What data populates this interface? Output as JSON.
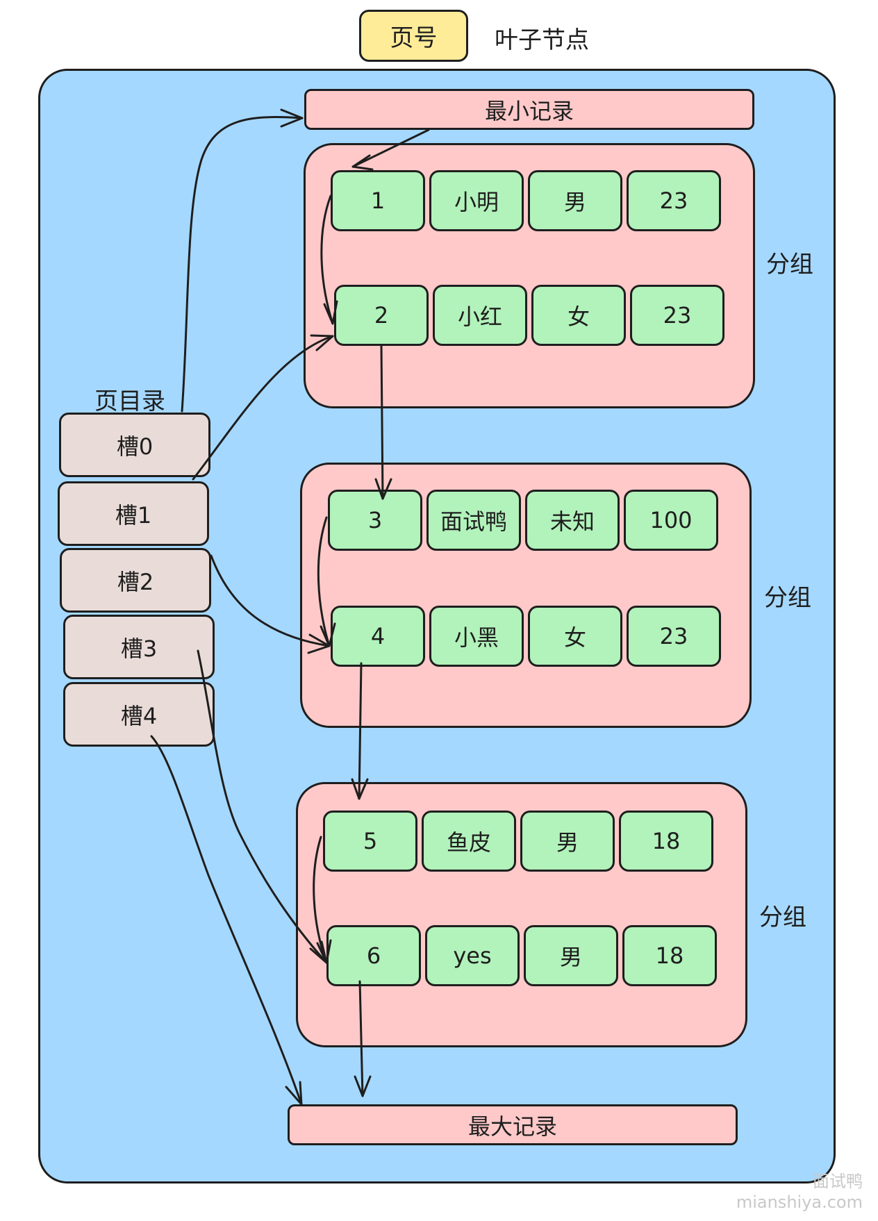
{
  "page_number": "页号",
  "node_type": "叶子节点",
  "min_record": "最小记录",
  "max_record": "最大记录",
  "directory": {
    "label": "页目录",
    "slots": [
      "槽0",
      "槽1",
      "槽2",
      "槽3",
      "槽4"
    ]
  },
  "groups": [
    {
      "label": "分组",
      "records": [
        [
          "1",
          "小明",
          "男",
          "23"
        ],
        [
          "2",
          "小红",
          "女",
          "23"
        ]
      ]
    },
    {
      "label": "分组",
      "records": [
        [
          "3",
          "面试鸭",
          "未知",
          "100"
        ],
        [
          "4",
          "小黑",
          "女",
          "23"
        ]
      ]
    },
    {
      "label": "分组",
      "records": [
        [
          "5",
          "鱼皮",
          "男",
          "18"
        ],
        [
          "6",
          "yes",
          "男",
          "18"
        ]
      ]
    }
  ],
  "watermark": {
    "name": "面试鸭",
    "site": "mianshiya.com"
  },
  "colors": {
    "page": "#a5d8ff",
    "record_area": "#ffc9c9",
    "record_cell": "#b2f2bb",
    "slot": "#e9dcd8",
    "page_number": "#ffec99"
  }
}
